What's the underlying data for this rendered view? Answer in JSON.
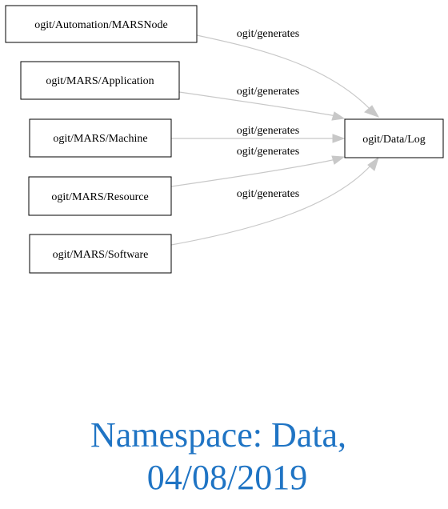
{
  "colors": {
    "node_border": "#000000",
    "node_fill": "#ffffff",
    "edge": "#c8c8c8",
    "caption": "#1f74c4"
  },
  "nodes": {
    "marsnode": "ogit/Automation/MARSNode",
    "application": "ogit/MARS/Application",
    "machine": "ogit/MARS/Machine",
    "resource": "ogit/MARS/Resource",
    "software": "ogit/MARS/Software",
    "log": "ogit/Data/Log"
  },
  "edges": [
    {
      "from": "marsnode",
      "to": "log",
      "label": "ogit/generates"
    },
    {
      "from": "application",
      "to": "log",
      "label": "ogit/generates"
    },
    {
      "from": "machine",
      "to": "log",
      "label": "ogit/generates"
    },
    {
      "from": "resource",
      "to": "log",
      "label": "ogit/generates"
    },
    {
      "from": "software",
      "to": "log",
      "label": "ogit/generates"
    }
  ],
  "caption": {
    "line1": "Namespace: Data,",
    "line2": "04/08/2019"
  }
}
